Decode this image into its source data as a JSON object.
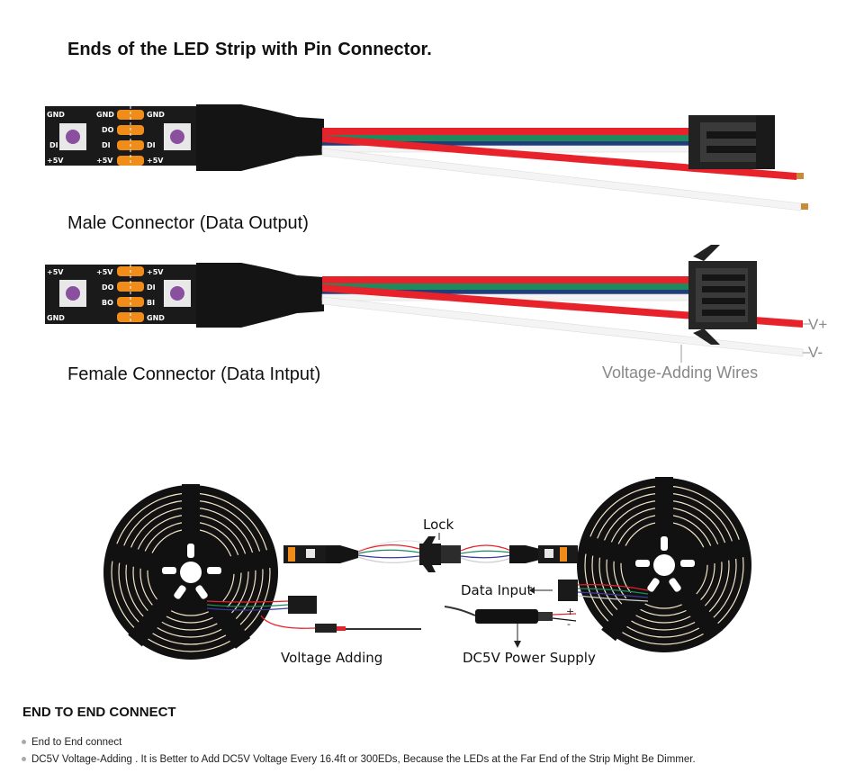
{
  "title": "Ends of the LED Strip with   Pin Connector.",
  "male_caption": "Male Connector (Data Output)",
  "female_caption": "Female Connector (Data Intput)",
  "voltage_adding_wires": "Voltage-Adding Wires",
  "v_plus": "V+",
  "v_minus": "V-",
  "male_pads": {
    "left": [
      "GND",
      "DI",
      "+5V"
    ],
    "right": [
      "GND",
      "DO",
      "DI",
      "+5V"
    ]
  },
  "female_pads": {
    "left": [
      "+5V",
      "DO",
      "BO",
      "GND"
    ],
    "right": [
      "+5V",
      "DI",
      "BI",
      "GND"
    ]
  },
  "diagram": {
    "lock": "Lock",
    "data_input": "Data Input",
    "voltage_adding": "Voltage Adding",
    "power_supply": "DC5V Power Supply",
    "plus": "+",
    "minus": "-"
  },
  "section_heading": "END TO END CONNECT",
  "notes": [
    "End to End connect",
    "DC5V Voltage-Adding . It is Better to Add DC5V Voltage Every 16.4ft or 300EDs, Because the LEDs at the Far End of the Strip Might Be Dimmer."
  ],
  "colors": {
    "wire_red": "#e8222b",
    "wire_green": "#1f8a5e",
    "wire_white": "#f0f0f0",
    "strip": "#1c1c1c",
    "pad": "#f08c1a"
  }
}
